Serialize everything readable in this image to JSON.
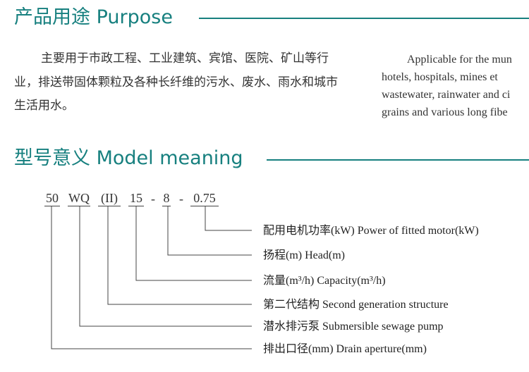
{
  "purpose": {
    "title": "产品用途 Purpose",
    "cn_text": "主要用于市政工程、工业建筑、宾馆、医院、矿山等行业，排送带固体颗粒及各种长纤维的污水、废水、雨水和城市生活用水。",
    "en_lines": [
      "Applicable for the mun",
      "hotels, hospitals, mines et",
      "wastewater, rainwater and ci",
      "grains and various long fibe"
    ]
  },
  "model": {
    "title": "型号意义 Model meaning",
    "codes": [
      "50",
      "WQ",
      "(II)",
      "15",
      "8",
      "0.75"
    ],
    "separator": "-",
    "labels": [
      "配用电机功率(kW)  Power of fitted motor(kW)",
      "扬程(m)  Head(m)",
      "流量(m³/h)  Capacity(m³/h)",
      "第二代结构 Second generation structure",
      "潜水排污泵  Submersible sewage pump",
      "排出口径(mm)  Drain aperture(mm)"
    ]
  }
}
